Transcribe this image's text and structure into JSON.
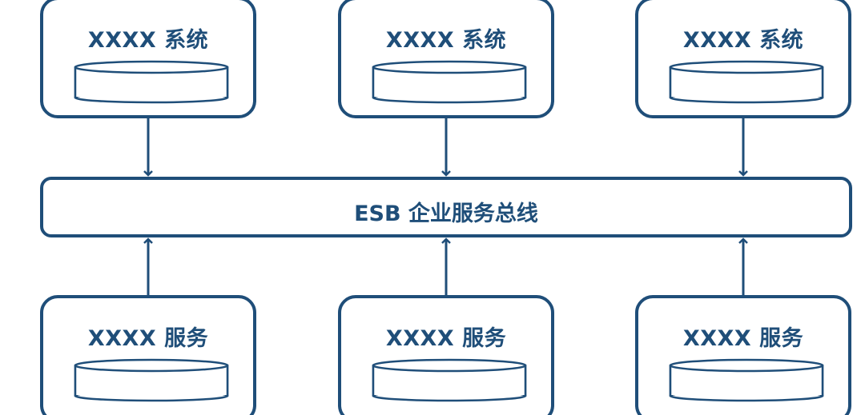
{
  "colors": {
    "stroke": "#1f4e79",
    "text": "#1f4e79",
    "background": "#ffffff"
  },
  "top_systems": [
    {
      "label": "XXXX 系统"
    },
    {
      "label": "XXXX 系统"
    },
    {
      "label": "XXXX 系统"
    }
  ],
  "bus": {
    "label": "ESB 企业服务总线"
  },
  "bottom_services": [
    {
      "label": "XXXX 服务"
    },
    {
      "label": "XXXX 服务"
    },
    {
      "label": "XXXX 服务"
    }
  ]
}
